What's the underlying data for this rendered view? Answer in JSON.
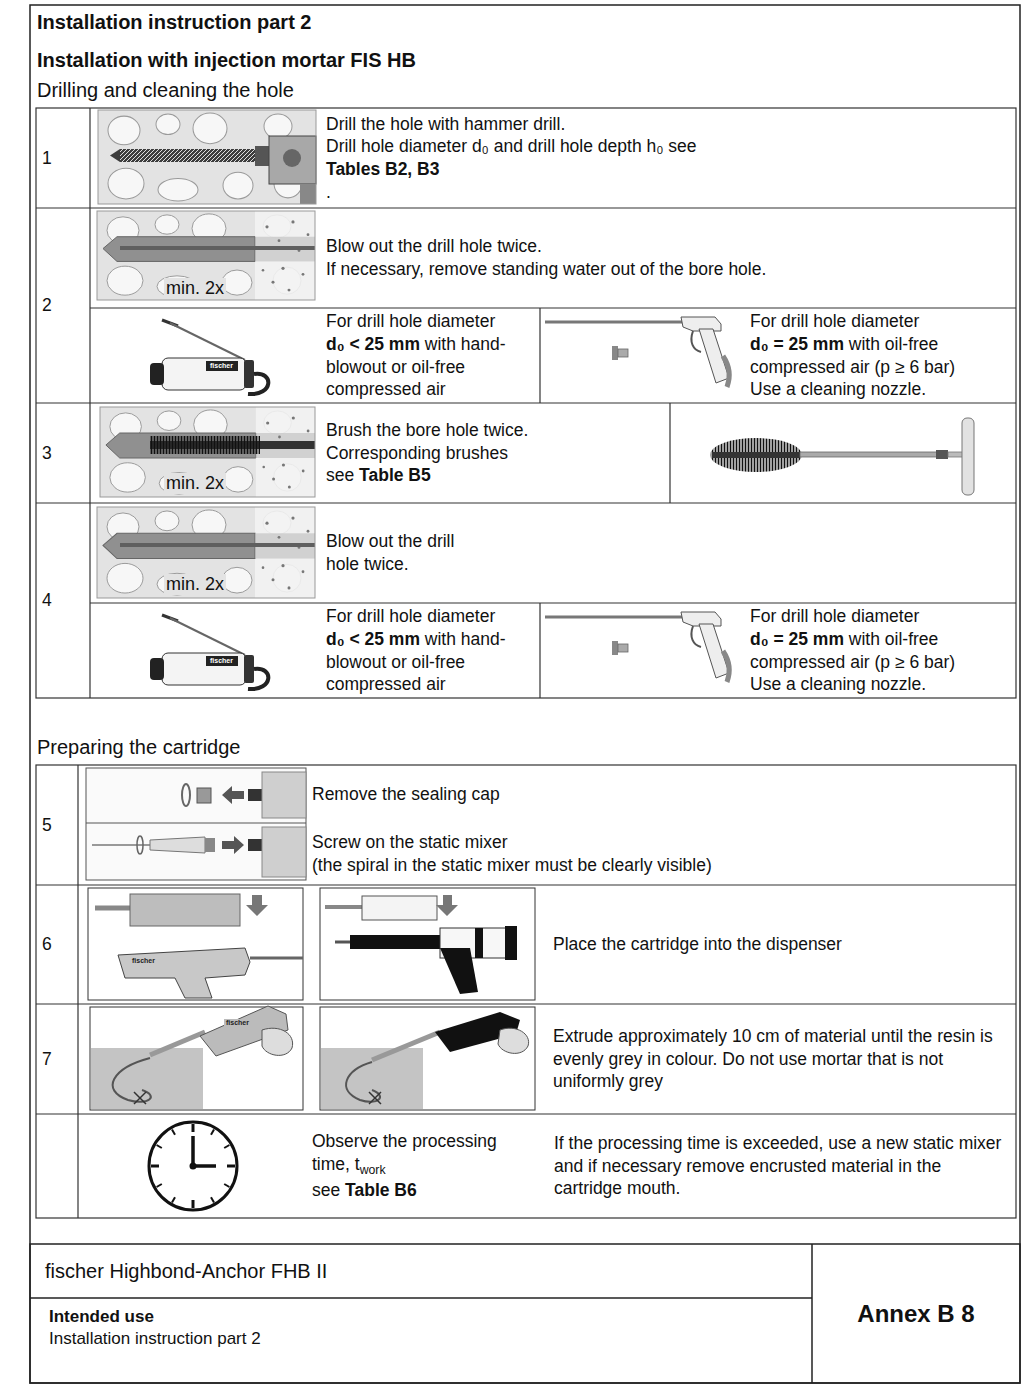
{
  "diagram": {
    "title": "Installation instruction part 2",
    "nodes": [
      {
        "text": [
          "1"
        ]
      },
      {
        "text": [
          "Drill the hole with hammer drill.",
          "Drill hole diameter d₀ and drill hole depth h₀ see",
          "Tables B2, B3",
          "."
        ],
        "in": 0
      },
      {
        "text": [
          "2"
        ]
      },
      {
        "text": [
          "Blow out the drill hole twice.",
          "If necessary, remove standing water out of the bore hole."
        ],
        "in": 2
      },
      {
        "text": [
          "For drill hole diameter",
          "d₀ < 25 mm",
          "with hand-blowout or oil-free compressed air"
        ],
        "in": 2
      },
      {
        "text": [
          "For drill hole diameter",
          "d₀ = 25 mm",
          "with oil-free compressed air (p ≥ 6 bar)",
          "Use a cleaning nozzle."
        ],
        "in": 2
      },
      {
        "text": [
          "3"
        ]
      },
      {
        "text": [
          "Brush the bore hole twice.",
          "Corresponding brushes",
          "see",
          "Table B5"
        ],
        "in": 6
      },
      {
        "text": [
          "4"
        ]
      },
      {
        "text": [
          "Blow out the drill hole twice."
        ],
        "in": 8
      },
      {
        "text": [
          "For drill hole diameter",
          "d₀ < 25 mm",
          "with hand-blowout or oil-free compressed air"
        ],
        "in": 8
      },
      {
        "text": [
          "For drill hole diameter",
          "d₀ = 25 mm",
          "with oil-free compressed air (p ≥ 6 bar)",
          "Use a cleaning nozzle."
        ],
        "in": 8
      },
      {
        "text": [
          "5"
        ]
      },
      {
        "text": [
          "Remove the sealing cap"
        ],
        "in": 12
      },
      {
        "text": [
          "Screw on the static mixer",
          "(the spiral in the static mixer must be clearly visible)"
        ],
        "in": 12
      },
      {
        "text": [
          "6"
        ]
      },
      {
        "text": [
          "Place the cartridge into the dispenser"
        ],
        "in": 15
      },
      {
        "text": [
          "7"
        ]
      },
      {
        "text": [
          "Extrude approximately 10 cm of material until the resin is evenly grey in colour. Do not use mortar that is not uniformly grey"
        ],
        "in": 17
      },
      {
        "text": [
          "Observe the processing time, t",
          "work",
          "see",
          "Table B6"
        ]
      },
      {
        "text": [
          "If the processing time is exceeded, use a new static mixer and if necessary remove encrusted material in the cartridge mouth."
        ]
      },
      {
        "text": [
          "fischer Highbond-Anchor FHB II"
        ]
      },
      {
        "text": [
          "Intended use",
          "Installation instruction part 2"
        ]
      },
      {
        "text": [
          "Annex B 8"
        ]
      }
    ],
    "labels": [
      "Installation with injection mortar FIS HB",
      "Drilling and cleaning the hole",
      "min. 2x",
      "fischer",
      "min. 2x",
      "min. 2x",
      "fischer",
      "Preparing the cartridge",
      "fischer",
      "fischer"
    ]
  }
}
